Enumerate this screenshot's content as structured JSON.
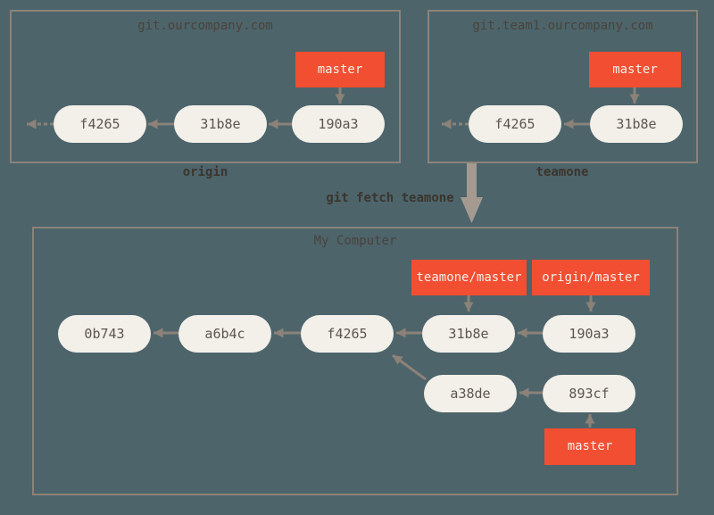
{
  "diagram": {
    "fetch_command": "git fetch teamone",
    "servers": {
      "origin": {
        "title": "git.ourcompany.com",
        "label": "origin",
        "branch_label": "master",
        "commits": [
          "f4265",
          "31b8e",
          "190a3"
        ]
      },
      "teamone": {
        "title": "git.team1.ourcompany.com",
        "label": "teamone",
        "branch_label": "master",
        "commits": [
          "f4265",
          "31b8e"
        ]
      }
    },
    "local": {
      "title": "My Computer",
      "remote_branch_labels": [
        "teamone/master",
        "origin/master"
      ],
      "branch_label": "master",
      "main_line_commits": [
        "0b743",
        "a6b4c",
        "f4265",
        "31b8e",
        "190a3"
      ],
      "local_branch_commits": [
        "a38de",
        "893cf"
      ]
    },
    "colors": {
      "background": "#4d646b",
      "frame_border": "#8c8278",
      "node_fill": "#f2f0e9",
      "node_text": "#5c564f",
      "branch_fill": "#f14e32",
      "branch_text": "#f3efe8",
      "arrow": "#8c8278",
      "big_arrow": "#a49a90"
    }
  }
}
